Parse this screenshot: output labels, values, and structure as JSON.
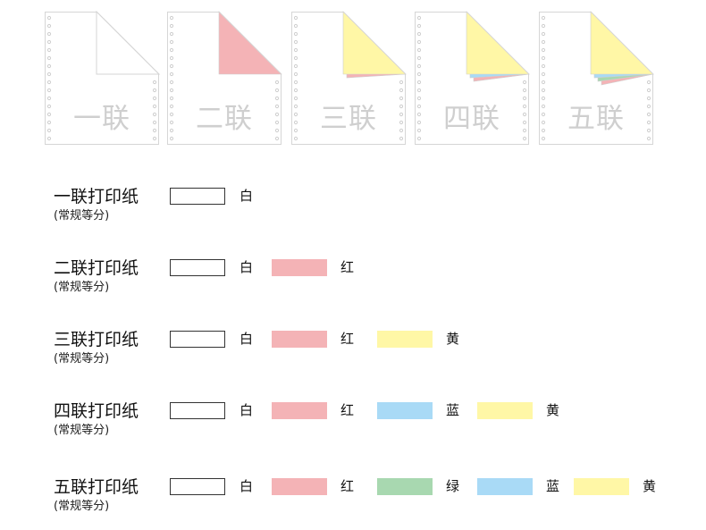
{
  "sheets": [
    {
      "label": "一联",
      "layers": []
    },
    {
      "label": "二联",
      "layers": [
        "#f4b3b6"
      ]
    },
    {
      "label": "三联",
      "layers": [
        "#f4b3b6",
        "#fff7a6"
      ]
    },
    {
      "label": "四联",
      "layers": [
        "#f4b3b6",
        "#a9daf6",
        "#fff7a6"
      ]
    },
    {
      "label": "五联",
      "layers": [
        "#f4b3b6",
        "#a8d8b0",
        "#a9daf6",
        "#fff7a6"
      ]
    }
  ],
  "rows": [
    {
      "title": "一联打印纸",
      "subtitle": "(常规等分)",
      "swatches": [
        {
          "color": "#ffffff",
          "label": "白"
        }
      ]
    },
    {
      "title": "二联打印纸",
      "subtitle": "(常规等分)",
      "swatches": [
        {
          "color": "#ffffff",
          "label": "白"
        },
        {
          "color": "#f4b3b6",
          "label": "红"
        }
      ]
    },
    {
      "title": "三联打印纸",
      "subtitle": "(常规等分)",
      "swatches": [
        {
          "color": "#ffffff",
          "label": "白"
        },
        {
          "color": "#f4b3b6",
          "label": "红"
        },
        {
          "color": "#fff7a6",
          "label": "黄"
        }
      ]
    },
    {
      "title": "四联打印纸",
      "subtitle": "(常规等分)",
      "swatches": [
        {
          "color": "#ffffff",
          "label": "白"
        },
        {
          "color": "#f4b3b6",
          "label": "红"
        },
        {
          "color": "#a9daf6",
          "label": "蓝"
        },
        {
          "color": "#fff7a6",
          "label": "黄"
        }
      ]
    },
    {
      "title": "五联打印纸",
      "subtitle": "(常规等分)",
      "swatches": [
        {
          "color": "#ffffff",
          "label": "白"
        },
        {
          "color": "#f4b3b6",
          "label": "红"
        },
        {
          "color": "#a8d8b0",
          "label": "绿"
        },
        {
          "color": "#a9daf6",
          "label": "蓝"
        },
        {
          "color": "#fff7a6",
          "label": "黄"
        }
      ]
    }
  ]
}
